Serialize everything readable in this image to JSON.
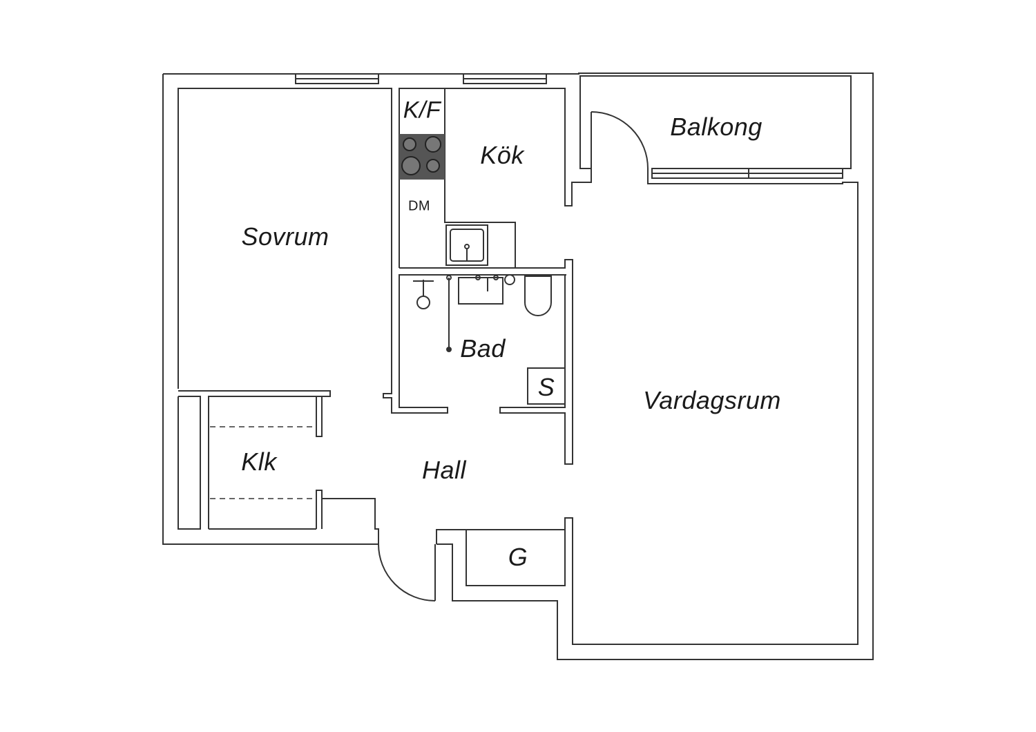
{
  "rooms": {
    "sovrum": "Sovrum",
    "kf": "K/F",
    "kok": "Kök",
    "dm": "DM",
    "balkong": "Balkong",
    "bad": "Bad",
    "s": "S",
    "vardagsrum": "Vardagsrum",
    "klk": "Klk",
    "hall": "Hall",
    "g": "G"
  },
  "colors": {
    "wall": "#333333",
    "stove": "#555555",
    "background": "#ffffff"
  }
}
